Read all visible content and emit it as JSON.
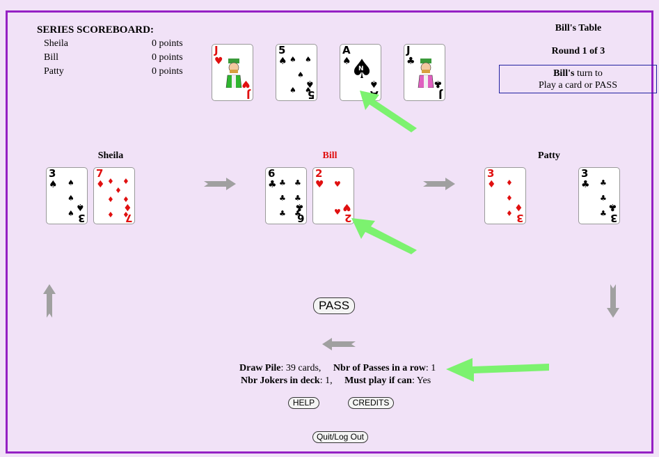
{
  "scoreboard": {
    "title": "SERIES SCOREBOARD:",
    "rows": [
      {
        "name": "Sheila",
        "points": "0 points"
      },
      {
        "name": "Bill",
        "points": "0 points"
      },
      {
        "name": "Patty",
        "points": "0 points"
      }
    ]
  },
  "table": {
    "title": "Bill's Table",
    "round": "Round 1 of 3",
    "turn_name": "Bill's",
    "turn_text": " turn to",
    "turn_action": "Play a card or PASS"
  },
  "top_cards": [
    {
      "rank": "J",
      "suit": "♥",
      "color": "red",
      "face": "jack"
    },
    {
      "rank": "5",
      "suit": "♠",
      "color": "blk"
    },
    {
      "rank": "A",
      "suit": "♠",
      "color": "blk",
      "ace": true
    },
    {
      "rank": "J",
      "suit": "♣",
      "color": "blk",
      "face": "jack"
    }
  ],
  "players": [
    {
      "name": "Sheila",
      "color": "#000000",
      "cards": [
        {
          "rank": "3",
          "suit": "♠",
          "color": "blk"
        },
        {
          "rank": "7",
          "suit": "♦",
          "color": "red"
        }
      ]
    },
    {
      "name": "Bill",
      "color": "#e01010",
      "cards": [
        {
          "rank": "6",
          "suit": "♣",
          "color": "blk"
        },
        {
          "rank": "2",
          "suit": "♥",
          "color": "red"
        }
      ]
    },
    {
      "name": "Patty",
      "color": "#000000",
      "cards": [
        {
          "rank": "3",
          "suit": "♦",
          "color": "red"
        },
        {
          "rank": "3",
          "suit": "♣",
          "color": "blk"
        }
      ]
    }
  ],
  "buttons": {
    "pass": "PASS",
    "help": "HELP",
    "credits": "CREDITS",
    "quit": "Quit/Log Out"
  },
  "stats": {
    "draw_pile_label": "Draw Pile",
    "draw_pile_value": ": 39 cards,",
    "passes_label": "Nbr of Passes in a row",
    "passes_value": ": 1",
    "jokers_label": "Nbr Jokers in deck",
    "jokers_value": ": 1,",
    "must_play_label": "Must play if can",
    "must_play_value": ": Yes"
  },
  "colors": {
    "background": "#f1e2f7",
    "frame": "#9520c4",
    "arrow": "#a0a0a0",
    "highlight_arrow": "#7cf26f",
    "active_player": "#e01010"
  }
}
